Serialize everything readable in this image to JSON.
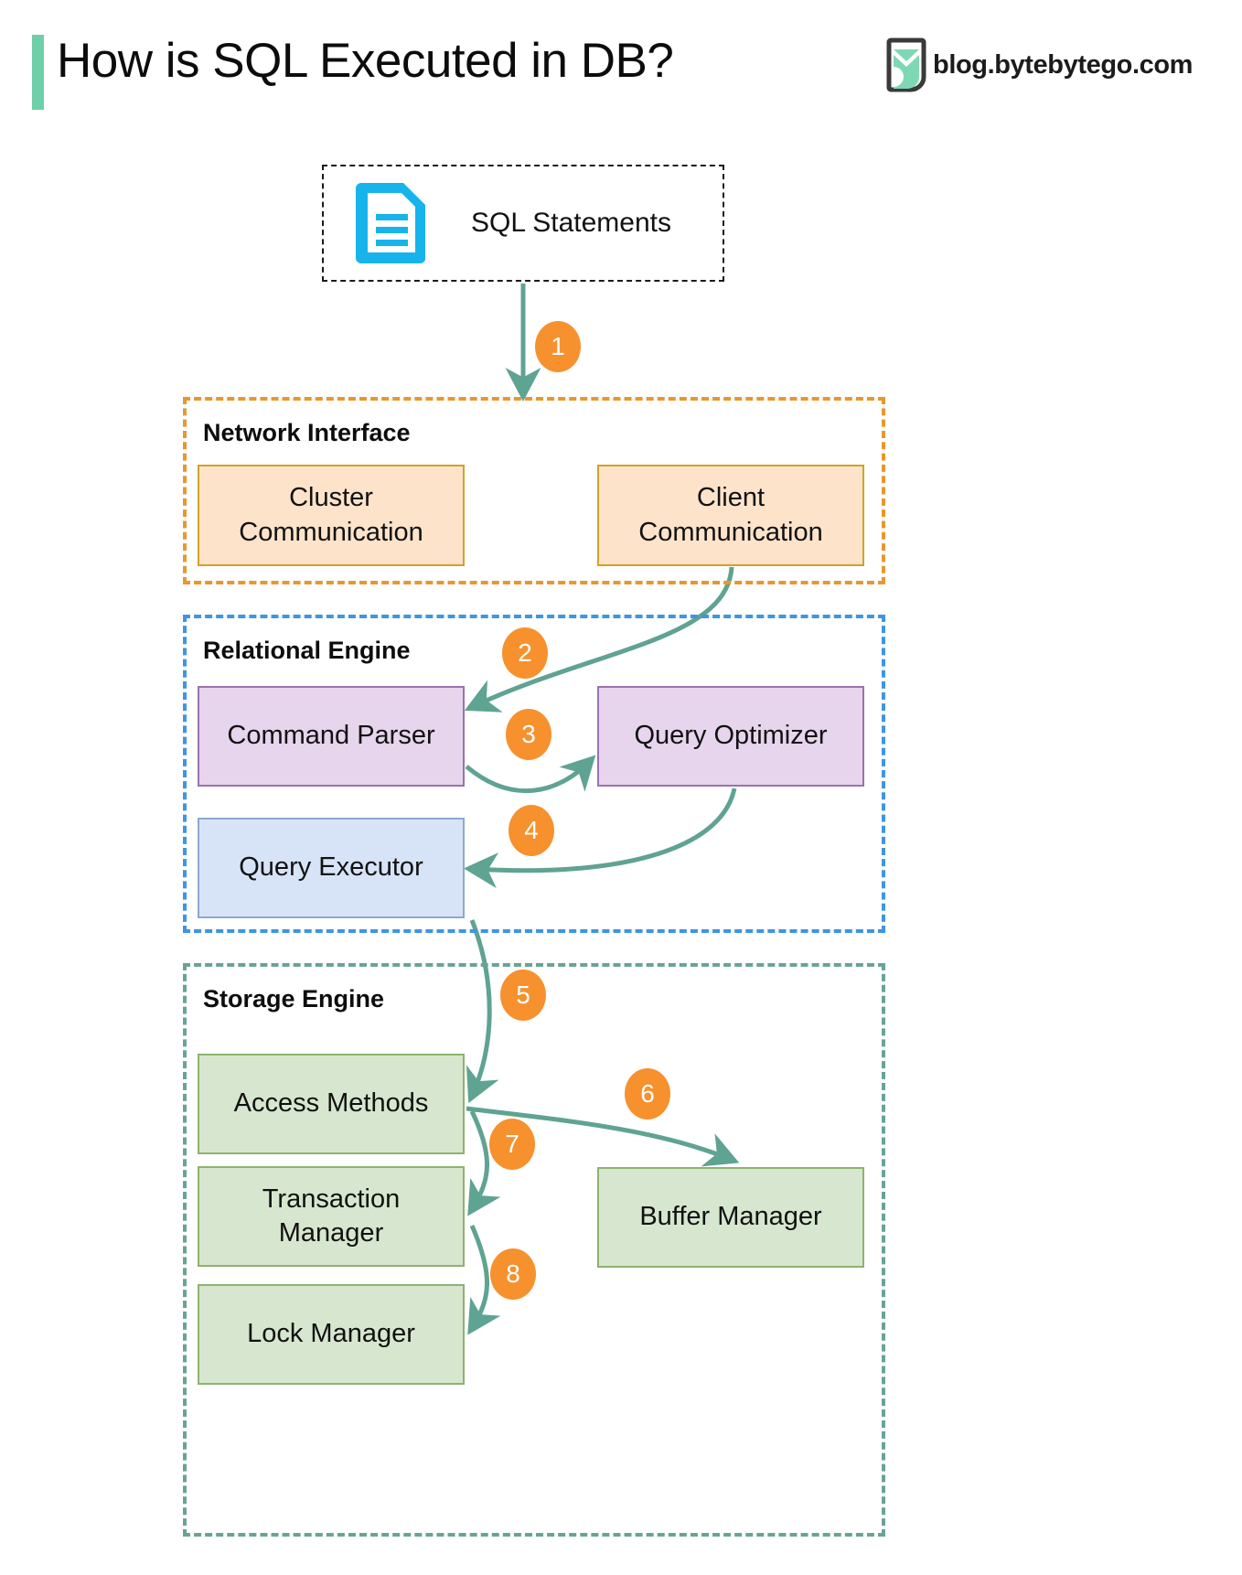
{
  "header": {
    "title": "How is SQL Executed in DB?",
    "brand_text": "blog.bytebytego.com",
    "brand_logo_icon": "bytebytego-logo-icon",
    "accent_color": "#6ECFA8"
  },
  "diagram": {
    "type": "flowchart",
    "input": {
      "label": "SQL Statements",
      "icon": "document-icon",
      "icon_color": "#16B4EB",
      "border_style": "dashed",
      "border_color": "#1a1a1a"
    },
    "groups": [
      {
        "id": "network-interface",
        "label": "Network Interface",
        "border_color": "#E8972E",
        "node_fill": "#FDE3CA",
        "node_border": "#D0A327",
        "nodes": [
          {
            "id": "cluster-communication",
            "label": "Cluster\nCommunication"
          },
          {
            "id": "client-communication",
            "label": "Client\nCommunication"
          }
        ]
      },
      {
        "id": "relational-engine",
        "label": "Relational Engine",
        "border_color": "#3E95E5",
        "node_fill": "#E6D5EC",
        "node_border": "#9B72B0",
        "nodes": [
          {
            "id": "command-parser",
            "label": "Command Parser"
          },
          {
            "id": "query-optimizer",
            "label": "Query Optimizer"
          },
          {
            "id": "query-executor",
            "label": "Query Executor",
            "fill": "#D7E4F8",
            "border": "#8CA9CF"
          }
        ]
      },
      {
        "id": "storage-engine",
        "label": "Storage Engine",
        "border_color": "#68A496",
        "node_fill": "#D7E7CF",
        "node_border": "#8DB36F",
        "nodes": [
          {
            "id": "access-methods",
            "label": "Access Methods"
          },
          {
            "id": "transaction-manager",
            "label": "Transaction\nManager"
          },
          {
            "id": "lock-manager",
            "label": "Lock Manager"
          },
          {
            "id": "buffer-manager",
            "label": "Buffer Manager"
          }
        ]
      }
    ],
    "steps": [
      {
        "n": "1",
        "from": "sql-statements",
        "to": "network-interface"
      },
      {
        "n": "2",
        "from": "client-communication",
        "to": "command-parser"
      },
      {
        "n": "3",
        "from": "command-parser",
        "to": "query-optimizer"
      },
      {
        "n": "4",
        "from": "query-optimizer",
        "to": "query-executor"
      },
      {
        "n": "5",
        "from": "query-executor",
        "to": "access-methods"
      },
      {
        "n": "6",
        "from": "access-methods",
        "to": "buffer-manager"
      },
      {
        "n": "7",
        "from": "access-methods",
        "to": "transaction-manager"
      },
      {
        "n": "8",
        "from": "transaction-manager",
        "to": "lock-manager"
      }
    ],
    "arrow_color": "#5FA392",
    "badge_color": "#F6912E",
    "badge_text_color": "#FFFFFF"
  }
}
